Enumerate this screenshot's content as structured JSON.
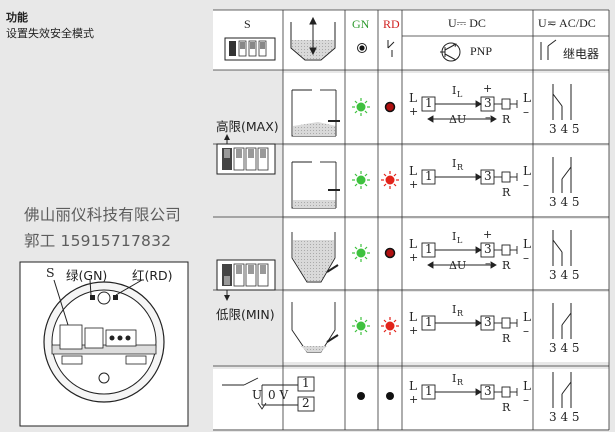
{
  "sidebar": {
    "title": "功能",
    "subtitle": "设置失效安全模式",
    "company": "佛山丽仪科技有限公司",
    "contact": "郭工 15915717832"
  },
  "header": {
    "s": "S",
    "gn": "GN",
    "rd": "RD",
    "dc": "U⎓ DC",
    "ac": "U≂ AC/DC",
    "pnp": "PNP",
    "relay": "继电器"
  },
  "device": {
    "s_label": "S",
    "gn_label": "绿(GN)",
    "rd_label": "红(RD)"
  },
  "modes": {
    "max": "高限(MAX)",
    "min": "低限(MIN)"
  },
  "circuit": {
    "l": "L",
    "plus": "+",
    "minus": "–",
    "one": "1",
    "three": "3",
    "r": "R",
    "il": "I",
    "il_sub": "L",
    "ir_sub": "R",
    "du": "ΔU",
    "pins": "3  4  5"
  },
  "fault": {
    "u0": "U",
    "zero": "0 V",
    "p1": "1",
    "p2": "2"
  },
  "colors": {
    "green": "#3ec13e",
    "red": "#e2231a",
    "black": "#1a1a1a",
    "sidebar_bg": "#e8e8e8",
    "table_bg": "#ffffff"
  }
}
